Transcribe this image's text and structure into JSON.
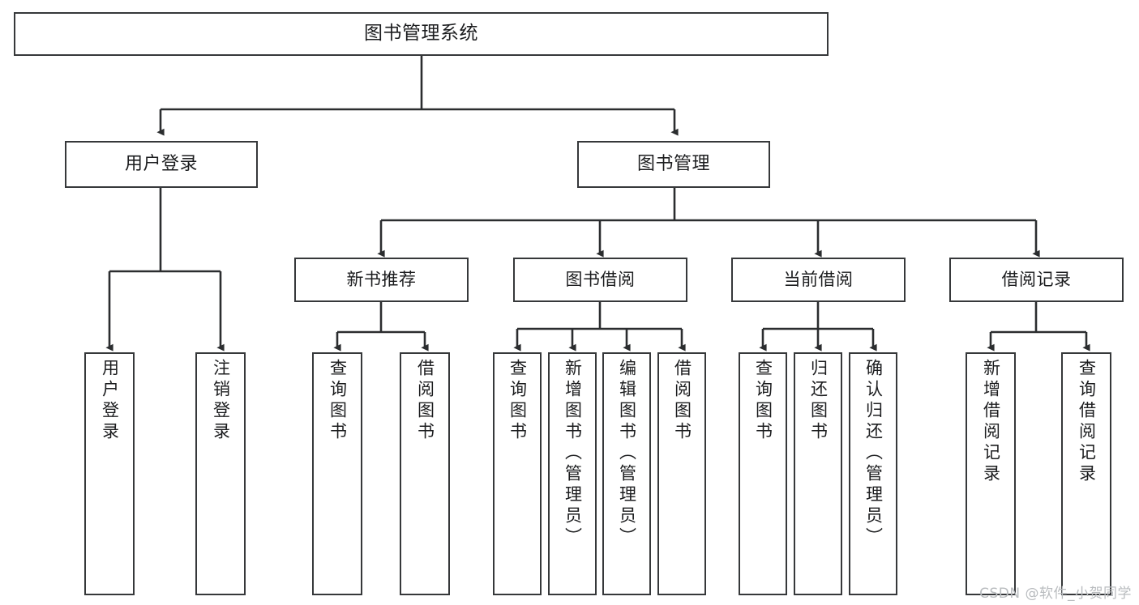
{
  "diagram": {
    "type": "tree-hierarchy-chart",
    "title": "图书管理系统",
    "watermark": "CSDN @软件_小贺同学",
    "colors": {
      "box_border": "#36383a",
      "box_fill": "#ffffff",
      "connector": "#2b2d2f",
      "text": "#1c1d1f",
      "watermark": "#b9bcbf",
      "background": "#ffffff"
    },
    "levels": {
      "root": {
        "label": "图书管理系统"
      },
      "level2": [
        {
          "label": "用户登录"
        },
        {
          "label": "图书管理"
        }
      ],
      "level3": [
        {
          "label": "新书推荐"
        },
        {
          "label": "图书借阅"
        },
        {
          "label": "当前借阅"
        },
        {
          "label": "借阅记录"
        }
      ],
      "leaves": {
        "user_login": [
          {
            "label": "用户登录"
          },
          {
            "label": "注销登录"
          }
        ],
        "new_book_recommend": [
          {
            "label": "查询图书"
          },
          {
            "label": "借阅图书"
          }
        ],
        "book_borrow": [
          {
            "label": "查询图书"
          },
          {
            "label": "新增图书（管理员）"
          },
          {
            "label": "编辑图书（管理员）"
          },
          {
            "label": "借阅图书"
          }
        ],
        "current_borrow": [
          {
            "label": "查询图书"
          },
          {
            "label": "归还图书"
          },
          {
            "label": "确认归还（管理员）"
          }
        ],
        "borrow_record": [
          {
            "label": "新增借阅记录"
          },
          {
            "label": "查询借阅记录"
          }
        ]
      }
    }
  }
}
